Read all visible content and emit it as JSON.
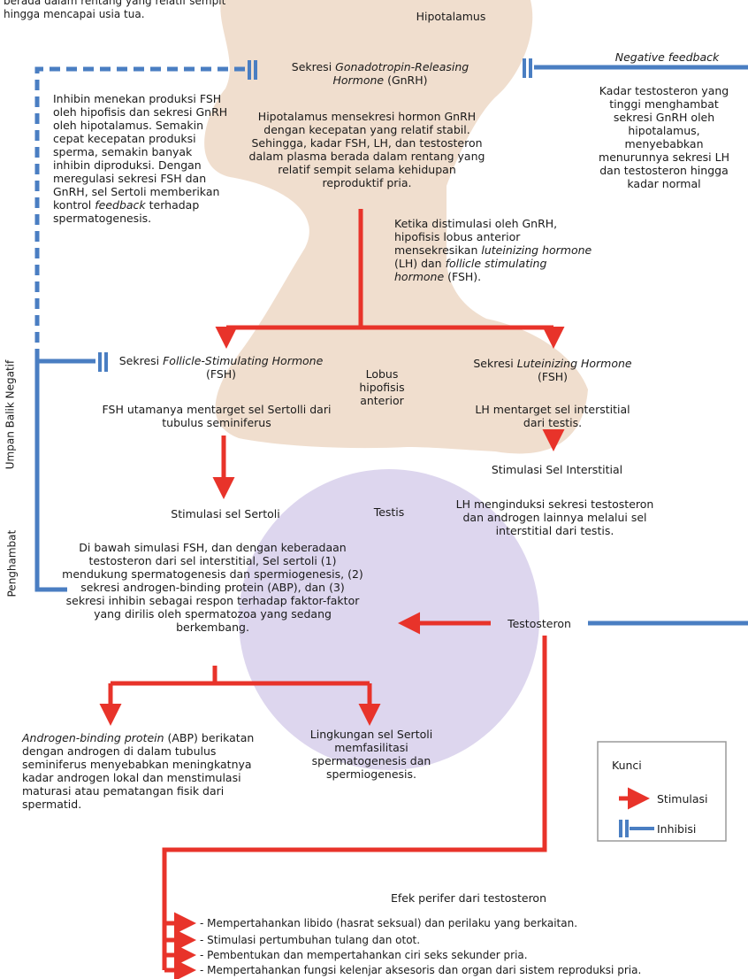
{
  "colors": {
    "stimulation": "#e8332a",
    "inhibition": "#4a7ec2",
    "hypothalamus": "#efdccb",
    "testis": "#d9d2ec"
  },
  "top_left_text": "berada dalam rentang yang relatif sempit hingga mencapai usia tua.",
  "hypothalamus_label": "Hipotalamus",
  "gnrh": {
    "title_a": "Sekresi ",
    "title_b": "Gonadotropin-Releasing Hormone",
    "title_c": " (GnRH)",
    "desc": "Hipotalamus mensekresi hormon GnRH dengan kecepatan yang relatif stabil. Sehingga, kadar FSH, LH, dan testosteron dalam plasma berada dalam rentang yang relatif sempit selama kehidupan reproduktif pria."
  },
  "negative_feedback": {
    "title": "Negative feedback",
    "desc": "Kadar testosteron yang tinggi menghambat sekresi GnRH oleh hipotalamus, menyebabkan menurunnya sekresi LH dan testosteron hingga kadar normal"
  },
  "inhibin_text": {
    "a": "Inhibin menekan produksi FSH oleh hipofisis dan sekresi GnRH oleh hipotalamus. Semakin cepat kecepatan produksi sperma, semakin banyak inhibin diproduksi. Dengan meregulasi sekresi FSH dan GnRH, sel Sertoli memberikan kontrol ",
    "b": "feedback",
    "c": " terhadap spermatogenesis."
  },
  "pituitary_text": {
    "a": "Ketika distimulasi oleh GnRH, hipofisis lobus anterior mensekresikan ",
    "b": "luteinizing hormone",
    "c": " (LH) dan ",
    "d": "follicle stimulating hormone",
    "e": " (FSH)."
  },
  "fsh": {
    "a": "Sekresi ",
    "b": "Follicle-Stimulating Hormone",
    "c": " (FSH)",
    "desc": "FSH utamanya mentarget sel Sertolli dari tubulus seminiferus"
  },
  "lobe_label": "Lobus hipofisis anterior",
  "lh": {
    "a": "Sekresi ",
    "b": "Luteinizing Hormone",
    "c": " (FSH)",
    "desc": "LH mentarget sel interstitial dari testis."
  },
  "interstitial": {
    "title": "Stimulasi Sel Interstitial",
    "desc": "LH menginduksi sekresi testosteron dan androgen lainnya melalui sel interstitial dari testis."
  },
  "sertoli": {
    "title": "Stimulasi sel Sertoli",
    "desc": "Di bawah simulasi FSH, dan dengan keberadaan testosteron dari sel interstitial, Sel sertoli (1) mendukung spermatogenesis dan spermiogenesis, (2) sekresi androgen-binding protein (ABP), dan (3) sekresi inhibin sebagai respon terhadap faktor-faktor yang dirilis oleh spermatozoa yang sedang berkembang."
  },
  "testis_label": "Testis",
  "testosterone_label": "Testosteron",
  "abp": {
    "a": "Androgen-binding protein",
    "b": " (ABP) berikatan dengan androgen di dalam tubulus seminiferus menyebabkan meningkatnya kadar androgen lokal dan menstimulasi maturasi atau pematangan fisik dari spermatid."
  },
  "sertoli_env": "Lingkungan sel Sertoli memfasilitasi spermatogenesis dan spermiogenesis.",
  "side_labels": {
    "top": "Umpan Balik Negatif",
    "bottom": "Penghambat"
  },
  "legend": {
    "title": "Kunci",
    "stim": "Stimulasi",
    "inhib": "Inhibisi"
  },
  "peripheral": {
    "title": "Efek perifer dari testosteron",
    "items": [
      "- Mempertahankan libido (hasrat seksual) dan perilaku yang berkaitan.",
      "- Stimulasi pertumbuhan tulang dan otot.",
      "- Pembentukan dan mempertahankan ciri seks sekunder pria.",
      "- Mempertahankan fungsi kelenjar aksesoris dan organ dari sistem reproduksi pria."
    ]
  }
}
